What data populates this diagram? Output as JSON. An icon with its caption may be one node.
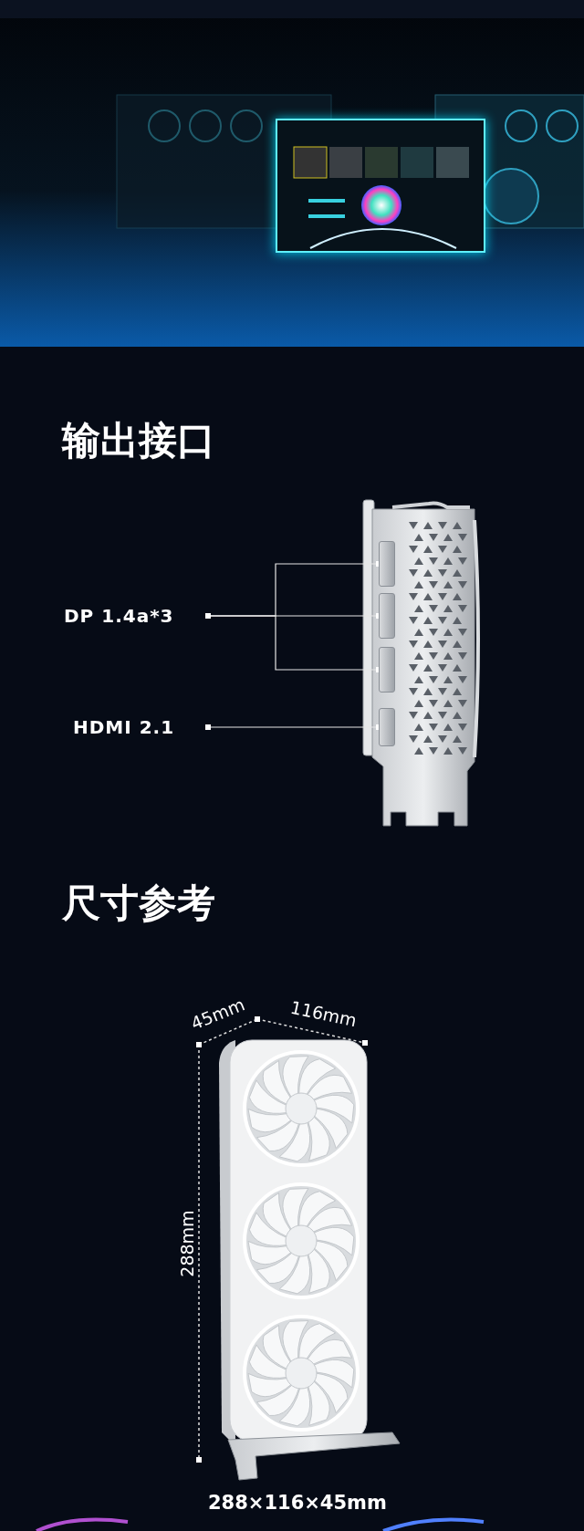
{
  "diagram": {
    "nodes": [
      {
        "text": [
          "DP 1.4a*3"
        ]
      },
      {
        "text": [],
        "shape": "box"
      },
      {
        "text": [],
        "shape": "box"
      },
      {
        "text": [],
        "shape": "box"
      },
      {
        "text": [
          "HDMI 2.1"
        ]
      },
      {
        "text": [],
        "shape": "box"
      }
    ],
    "edges": [
      {
        "from": 0,
        "to": 1,
        "arrow": "other"
      },
      {
        "from": 0,
        "to": 2,
        "arrow": "other"
      },
      {
        "from": 0,
        "to": 3,
        "arrow": "other"
      },
      {
        "from": 4,
        "to": 5,
        "arrow": "other"
      }
    ],
    "labels": [
      "输出接口",
      "尺寸参考",
      "45mm",
      "116mm",
      "288mm",
      "288×116×45mm"
    ]
  }
}
